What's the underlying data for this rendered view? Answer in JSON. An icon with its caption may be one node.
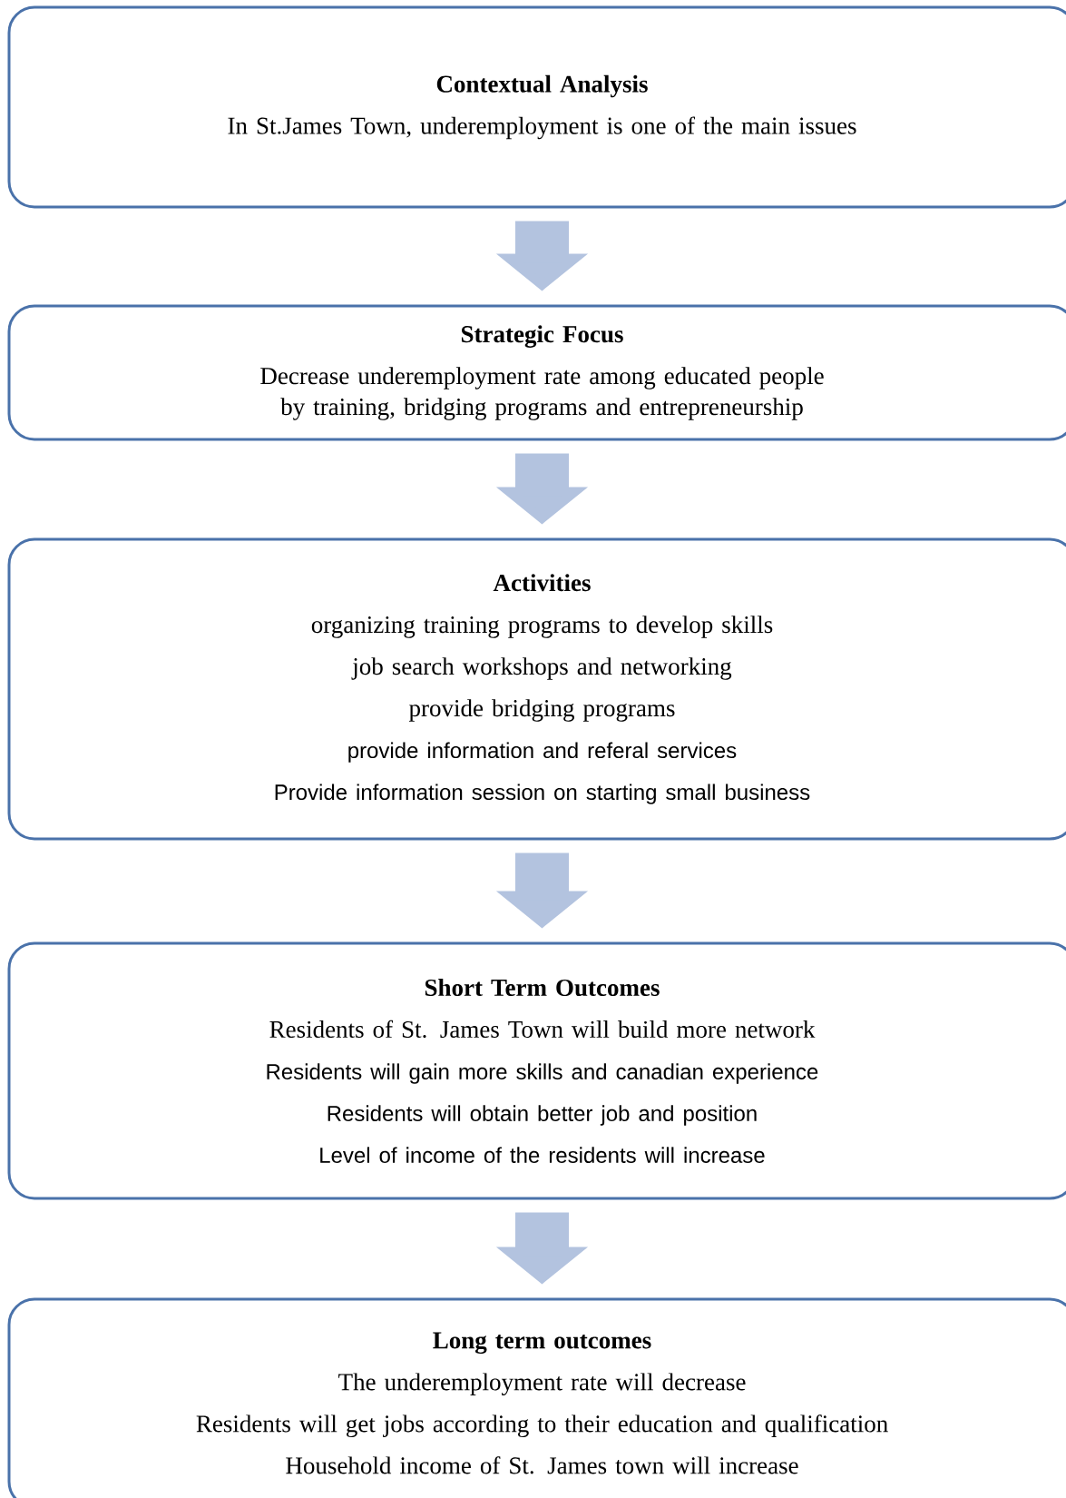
{
  "diagram": {
    "nodes": [
      {
        "text": [
          "Contextual Analysis",
          "In St.James Town, underemployment is one of the main issues"
        ]
      },
      {
        "text": [
          "Strategic Focus",
          "Decrease underemployment rate among educated people by training, bridging programs and entrepreneurship"
        ]
      },
      {
        "text": [
          "Activities",
          "organizing training programs to develop skills",
          "job search workshops and networking",
          "provide bridging programs",
          "provide information and referal services",
          "Provide information session on starting small business"
        ]
      },
      {
        "text": [
          "Short Term Outcomes",
          "Residents of St. James Town will build more network",
          "Residents will gain more skills and canadian experience",
          "Residents will obtain better job and position",
          "Level of income of the residents will increase"
        ]
      },
      {
        "text": [
          "Long term outcomes",
          "The underemployment rate will decrease",
          "Residents will get jobs according to their education and qualification",
          "Household income of St. James town will increase"
        ]
      }
    ],
    "edges": [
      {
        "from": 0,
        "to": 1,
        "arrow": "to"
      },
      {
        "from": 1,
        "to": 2,
        "arrow": "to"
      },
      {
        "from": 2,
        "to": 3,
        "arrow": "to"
      },
      {
        "from": 3,
        "to": 4,
        "arrow": "to"
      }
    ]
  }
}
